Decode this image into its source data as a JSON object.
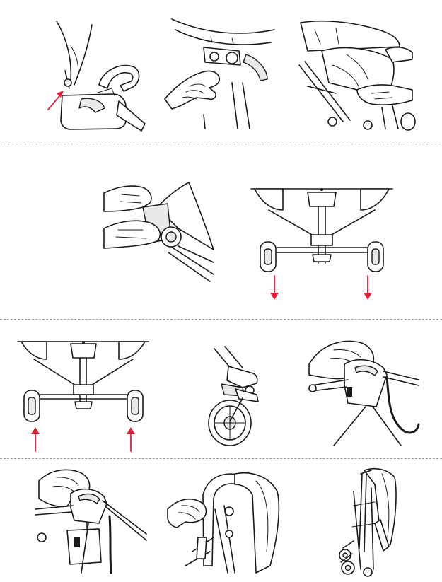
{
  "colors": {
    "ink": "#1a1a1a",
    "accent_arrow": "#e0203a",
    "divider": "#9a9a9a",
    "background": "#ffffff"
  },
  "rows": [
    {
      "panels": [
        {
          "id": "1a",
          "depicts": "hand-press-release-button-on-basket-hub",
          "arrow_count": 1
        },
        {
          "id": "1b",
          "depicts": "hand-unlatch-clip-under-seat",
          "arrow_count": 0
        },
        {
          "id": "1c",
          "depicts": "hands-lift-seat-fabric-from-frame",
          "arrow_count": 0
        }
      ]
    },
    {
      "panels": [
        {
          "id": "2a",
          "depicts": "hands-press-hub-button-on-frame-joint",
          "arrow_count": 0
        },
        {
          "id": "2b",
          "depicts": "rear-view-stroller-wheels-pull-down",
          "arrow_count": 2
        }
      ]
    },
    {
      "panels": [
        {
          "id": "3a",
          "depicts": "rear-view-stroller-wheels-push-up",
          "arrow_count": 2
        },
        {
          "id": "3b",
          "depicts": "front-wheel-caster-close-up",
          "arrow_count": 0
        },
        {
          "id": "3c",
          "depicts": "hand-lift-fold-lock-lever",
          "arrow_count": 0
        }
      ]
    },
    {
      "panels": [
        {
          "id": "4a",
          "depicts": "hand-pull-fold-strap-handle",
          "arrow_count": 0
        },
        {
          "id": "4b",
          "depicts": "hand-fold-handlebar-down",
          "arrow_count": 0
        },
        {
          "id": "4c",
          "depicts": "stroller-fully-folded-standing",
          "arrow_count": 0
        }
      ]
    }
  ]
}
